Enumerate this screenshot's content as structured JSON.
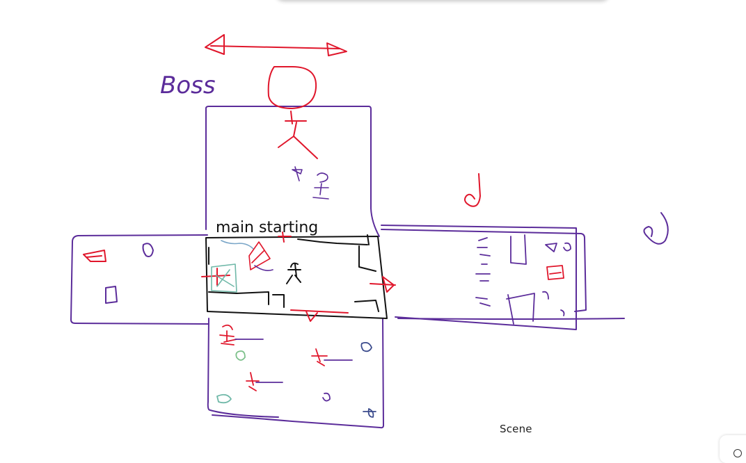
{
  "labels": {
    "boss": "Boss",
    "main_starting": "main starting",
    "scene": "Scene"
  },
  "colors": {
    "purple": "#5b2c9a",
    "red": "#e0162b",
    "black": "#111111",
    "teal": "#6fb8a8",
    "green": "#7cc08a",
    "navy": "#3a4a8c",
    "light_blue": "#7aa6c8"
  },
  "icons": {
    "zoom": "zoom-icon"
  }
}
